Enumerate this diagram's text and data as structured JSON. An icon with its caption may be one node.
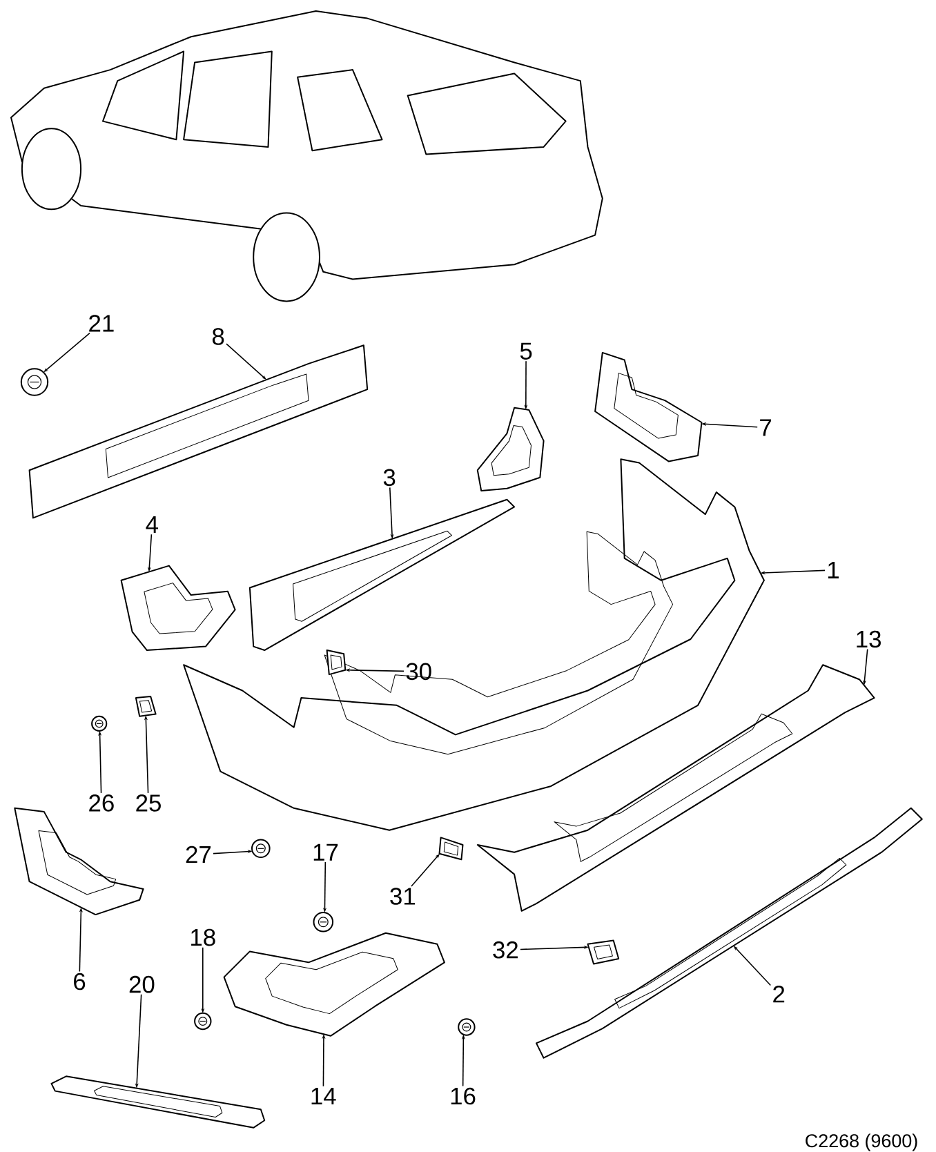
{
  "diagram": {
    "nodes": [
      {
        "text": [
          "21"
        ]
      },
      {
        "text": [
          "8"
        ]
      },
      {
        "text": [
          "5"
        ]
      },
      {
        "text": [
          "7"
        ]
      },
      {
        "text": [
          "3"
        ]
      },
      {
        "text": [
          "4"
        ]
      },
      {
        "text": [
          "1"
        ]
      },
      {
        "text": [
          "13"
        ]
      },
      {
        "text": [
          "30"
        ]
      },
      {
        "text": [
          "26"
        ]
      },
      {
        "text": [
          "25"
        ]
      },
      {
        "text": [
          "17"
        ]
      },
      {
        "text": [
          "27"
        ]
      },
      {
        "text": [
          "31"
        ]
      },
      {
        "text": [
          "18"
        ]
      },
      {
        "text": [
          "32"
        ]
      },
      {
        "text": [
          "6"
        ]
      },
      {
        "text": [
          "20"
        ]
      },
      {
        "text": [
          "2"
        ]
      },
      {
        "text": [
          "14"
        ]
      },
      {
        "text": [
          "16"
        ]
      },
      {
        "text": [],
        "shape": "picture"
      },
      {
        "text": [],
        "shape": "picture"
      },
      {
        "text": [],
        "shape": "picture"
      },
      {
        "text": [],
        "shape": "picture"
      },
      {
        "text": [],
        "shape": "picture"
      },
      {
        "text": [],
        "shape": "picture"
      },
      {
        "text": [],
        "shape": "picture"
      },
      {
        "text": [],
        "shape": "picture"
      },
      {
        "text": [],
        "shape": "picture"
      },
      {
        "text": [],
        "shape": "picture"
      },
      {
        "text": [],
        "shape": "picture"
      },
      {
        "text": [],
        "shape": "picture"
      },
      {
        "text": [],
        "shape": "picture"
      },
      {
        "text": [],
        "shape": "picture"
      },
      {
        "text": [],
        "shape": "picture"
      },
      {
        "text": [],
        "shape": "picture"
      },
      {
        "text": [],
        "shape": "picture"
      },
      {
        "text": [],
        "shape": "picture"
      },
      {
        "text": [],
        "shape": "picture"
      },
      {
        "text": [],
        "shape": "picture"
      },
      {
        "text": [],
        "shape": "picture"
      }
    ],
    "edges": [
      {
        "from": 0,
        "to": 21,
        "arrow": "to"
      },
      {
        "from": 1,
        "to": 22,
        "arrow": "to"
      },
      {
        "from": 2,
        "to": 23,
        "arrow": "to"
      },
      {
        "from": 3,
        "to": 24,
        "arrow": "to"
      },
      {
        "from": 4,
        "to": 25,
        "arrow": "to"
      },
      {
        "from": 5,
        "to": 26,
        "arrow": "to"
      },
      {
        "from": 6,
        "to": 27,
        "arrow": "to"
      },
      {
        "from": 7,
        "to": 28,
        "arrow": "to"
      },
      {
        "from": 8,
        "to": 29,
        "arrow": "to"
      },
      {
        "from": 9,
        "to": 30,
        "arrow": "to"
      },
      {
        "from": 10,
        "to": 31,
        "arrow": "to"
      },
      {
        "from": 11,
        "to": 32,
        "arrow": "to"
      },
      {
        "from": 12,
        "to": 33,
        "arrow": "to"
      },
      {
        "from": 13,
        "to": 34,
        "arrow": "to"
      },
      {
        "from": 14,
        "to": 35,
        "arrow": "to"
      },
      {
        "from": 15,
        "to": 36,
        "arrow": "to"
      },
      {
        "from": 16,
        "to": 37,
        "arrow": "to"
      },
      {
        "from": 17,
        "to": 38,
        "arrow": "to"
      },
      {
        "from": 18,
        "to": 39,
        "arrow": "to"
      },
      {
        "from": 19,
        "to": 40,
        "arrow": "to"
      },
      {
        "from": 20,
        "to": 41,
        "arrow": "to"
      }
    ],
    "labels": [
      "C2268 (9600)"
    ]
  }
}
